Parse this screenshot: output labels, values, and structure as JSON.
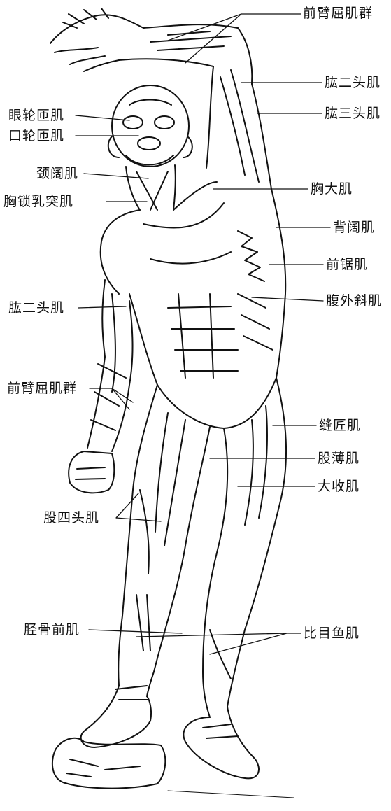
{
  "labels": {
    "forearm_flexors_top": "前臂屈肌群",
    "biceps_right": "肱二头肌",
    "triceps": "肱三头肌",
    "orbicularis_oculi": "眼轮匝肌",
    "orbicularis_oris": "口轮匝肌",
    "platysma": "颈阔肌",
    "sternocleidomastoid": "胸锁乳突肌",
    "pectoralis_major": "胸大肌",
    "latissimus_dorsi": "背阔肌",
    "serratus_anterior": "前锯肌",
    "external_oblique": "腹外斜肌",
    "biceps_left": "肱二头肌",
    "forearm_flexors_left": "前臂屈肌群",
    "sartorius": "缝匠肌",
    "gracilis": "股薄肌",
    "adductor_magnus": "大收肌",
    "quadriceps": "股四头肌",
    "tibialis_anterior": "胫骨前肌",
    "soleus": "比目鱼肌"
  },
  "colors": {
    "ink": "#111111",
    "paper": "#ffffff"
  }
}
